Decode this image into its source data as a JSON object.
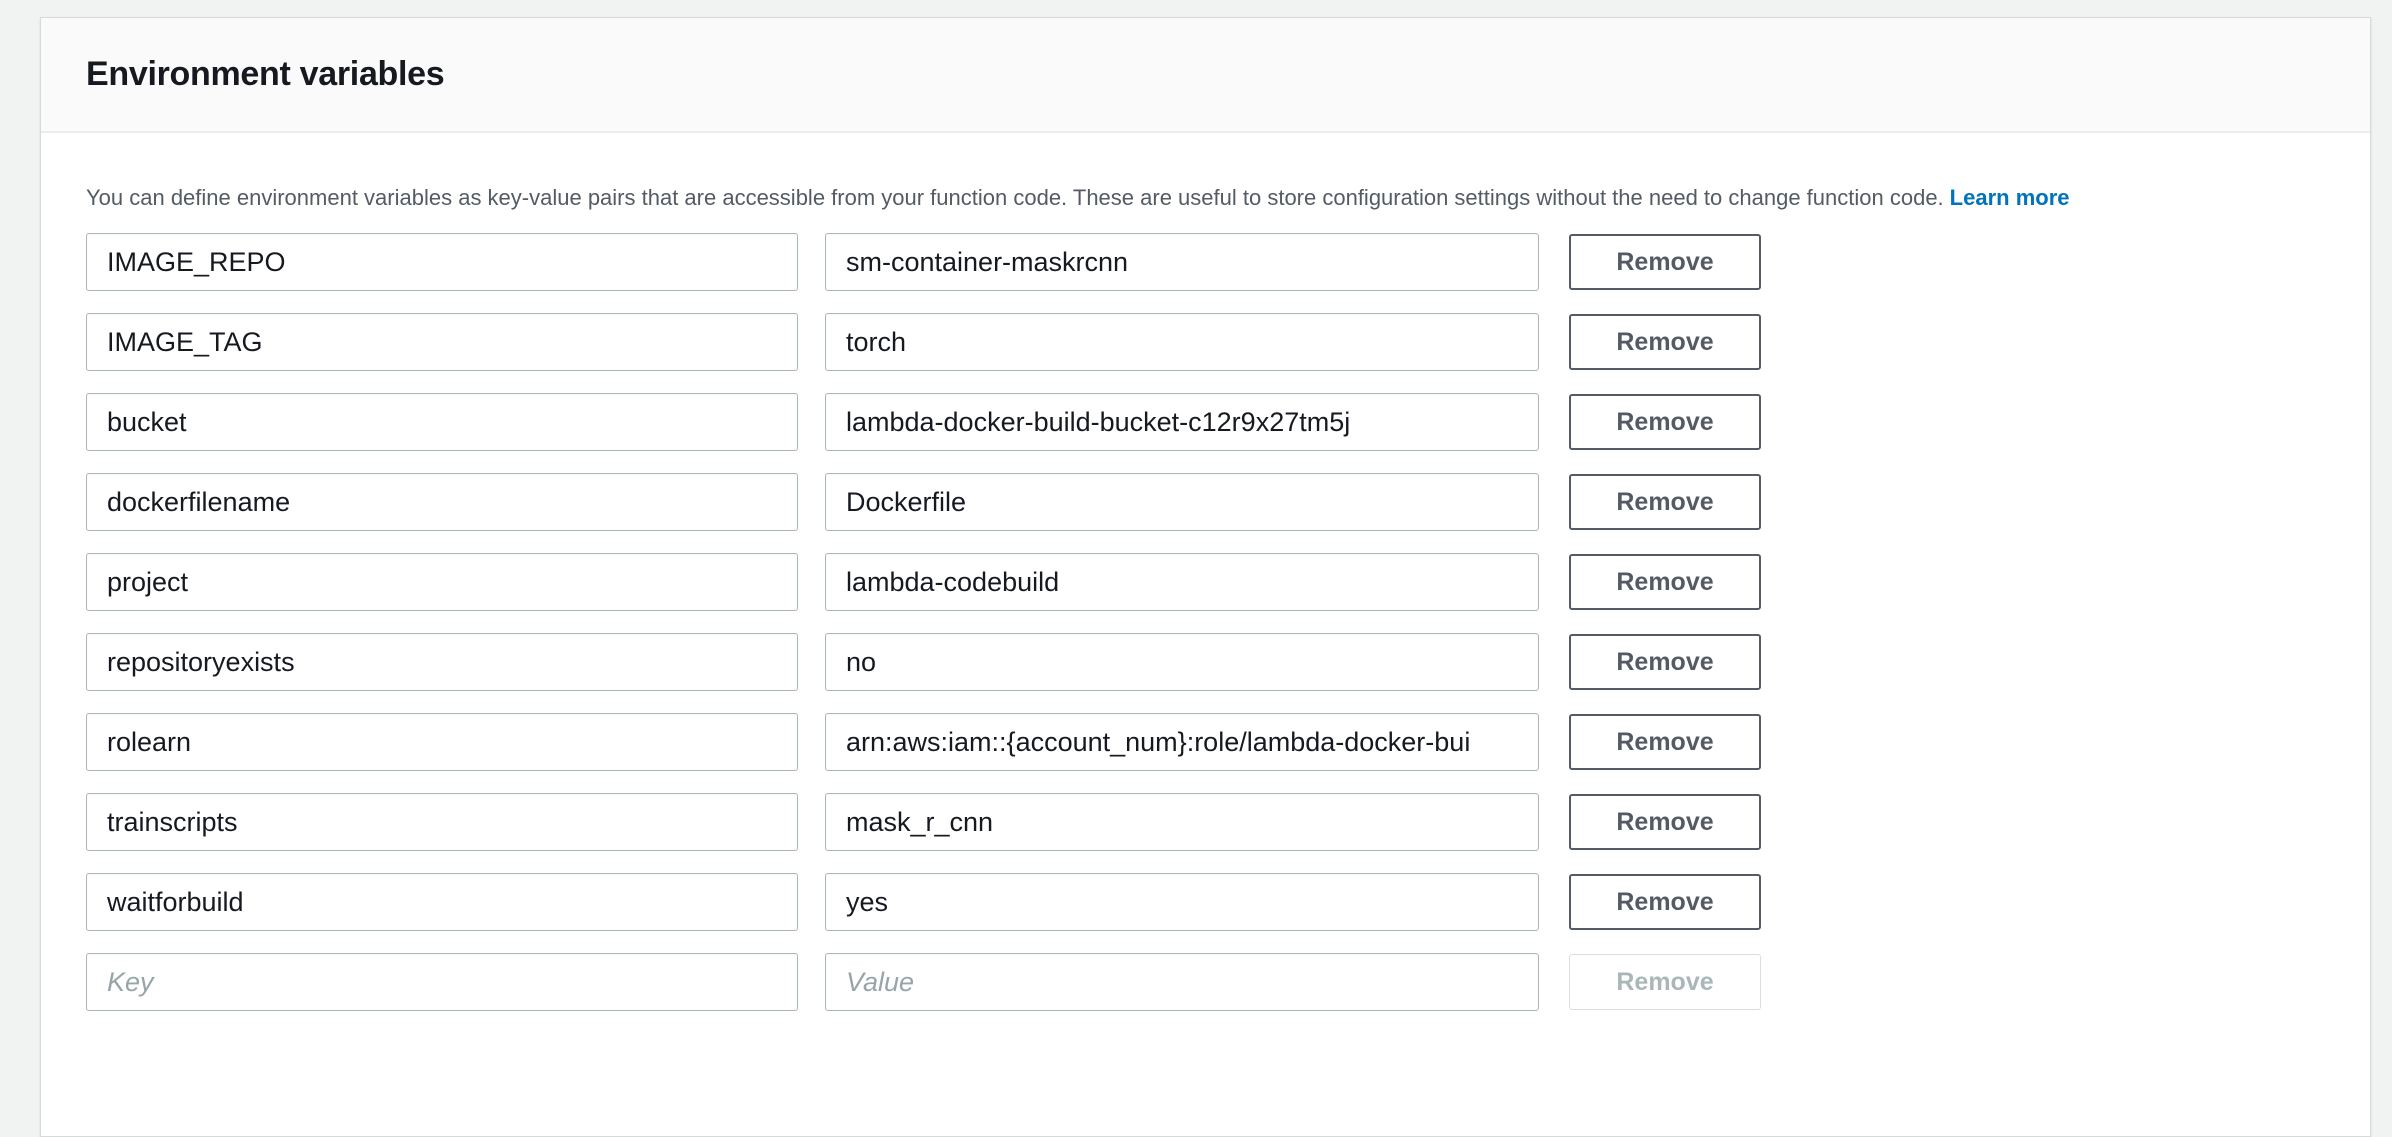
{
  "panel": {
    "title": "Environment variables",
    "description": "You can define environment variables as key-value pairs that are accessible from your function code. These are useful to store configuration settings without the need to change function code.",
    "learn_more_label": "Learn more"
  },
  "editor": {
    "remove_label": "Remove",
    "key_placeholder": "Key",
    "value_placeholder": "Value",
    "rows": [
      {
        "key": "IMAGE_REPO",
        "value": "sm-container-maskrcnn",
        "remove_disabled": false
      },
      {
        "key": "IMAGE_TAG",
        "value": "torch",
        "remove_disabled": false
      },
      {
        "key": "bucket",
        "value": "lambda-docker-build-bucket-c12r9x27tm5j",
        "remove_disabled": false
      },
      {
        "key": "dockerfilename",
        "value": "Dockerfile",
        "remove_disabled": false
      },
      {
        "key": "project",
        "value": "lambda-codebuild",
        "remove_disabled": false
      },
      {
        "key": "repositoryexists",
        "value": "no",
        "remove_disabled": false
      },
      {
        "key": "rolearn",
        "value": "arn:aws:iam::{account_num}:role/lambda-docker-bui",
        "remove_disabled": false
      },
      {
        "key": "trainscripts",
        "value": "mask_r_cnn",
        "remove_disabled": false
      },
      {
        "key": "waitforbuild",
        "value": "yes",
        "remove_disabled": false
      },
      {
        "key": "",
        "value": "",
        "remove_disabled": true
      }
    ]
  },
  "colors": {
    "link_accent": "#0073bb",
    "button_border": "#545b64",
    "input_border": "#aab7b8",
    "header_background": "#fafafa",
    "page_background": "#f1f2f2",
    "text_primary": "#16191f",
    "text_secondary": "#545b64"
  }
}
